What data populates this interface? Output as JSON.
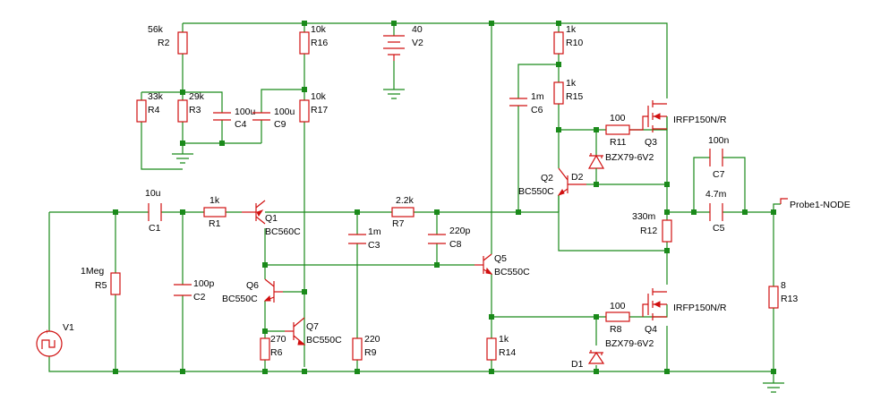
{
  "colors": {
    "wire": "#1a8a1a",
    "component": "#d01010",
    "background": "#ffffff"
  },
  "resistors": [
    {
      "ref": "R2",
      "value": "56k"
    },
    {
      "ref": "R16",
      "value": "10k"
    },
    {
      "ref": "R10",
      "value": "1k"
    },
    {
      "ref": "R15",
      "value": "1k"
    },
    {
      "ref": "R4",
      "value": "33k"
    },
    {
      "ref": "R3",
      "value": "29k"
    },
    {
      "ref": "R17",
      "value": "10k"
    },
    {
      "ref": "R11",
      "value": "100"
    },
    {
      "ref": "R1",
      "value": "1k"
    },
    {
      "ref": "R7",
      "value": "2.2k"
    },
    {
      "ref": "R12",
      "value": "330m"
    },
    {
      "ref": "R5",
      "value": "1Meg"
    },
    {
      "ref": "R8",
      "value": "100"
    },
    {
      "ref": "R13",
      "value": "8"
    },
    {
      "ref": "R6",
      "value": "270"
    },
    {
      "ref": "R9",
      "value": "220"
    },
    {
      "ref": "R14",
      "value": "1k"
    }
  ],
  "capacitors": [
    {
      "ref": "C4",
      "value": "100u"
    },
    {
      "ref": "C9",
      "value": "100u"
    },
    {
      "ref": "C6",
      "value": "1m"
    },
    {
      "ref": "C7",
      "value": "100n"
    },
    {
      "ref": "C5",
      "value": "4.7m"
    },
    {
      "ref": "C1",
      "value": "10u"
    },
    {
      "ref": "C3",
      "value": "1m"
    },
    {
      "ref": "C8",
      "value": "220p"
    },
    {
      "ref": "C2",
      "value": "100p"
    }
  ],
  "transistors": [
    {
      "ref": "Q1",
      "part": "BC560C"
    },
    {
      "ref": "Q2",
      "part": "BC550C"
    },
    {
      "ref": "Q3",
      "part": "IRFP150N/R"
    },
    {
      "ref": "Q4",
      "part": "IRFP150N/R"
    },
    {
      "ref": "Q5",
      "part": "BC550C"
    },
    {
      "ref": "Q6",
      "part": "BC550C"
    },
    {
      "ref": "Q7",
      "part": "BC550C"
    }
  ],
  "diodes": [
    {
      "ref": "D1",
      "part": "BZX79-6V2"
    },
    {
      "ref": "D2",
      "part": "BZX79-6V2"
    }
  ],
  "sources": [
    {
      "ref": "V1",
      "value": ""
    },
    {
      "ref": "V2",
      "value": "40"
    }
  ],
  "probe": {
    "label": "Probe1-NODE"
  }
}
